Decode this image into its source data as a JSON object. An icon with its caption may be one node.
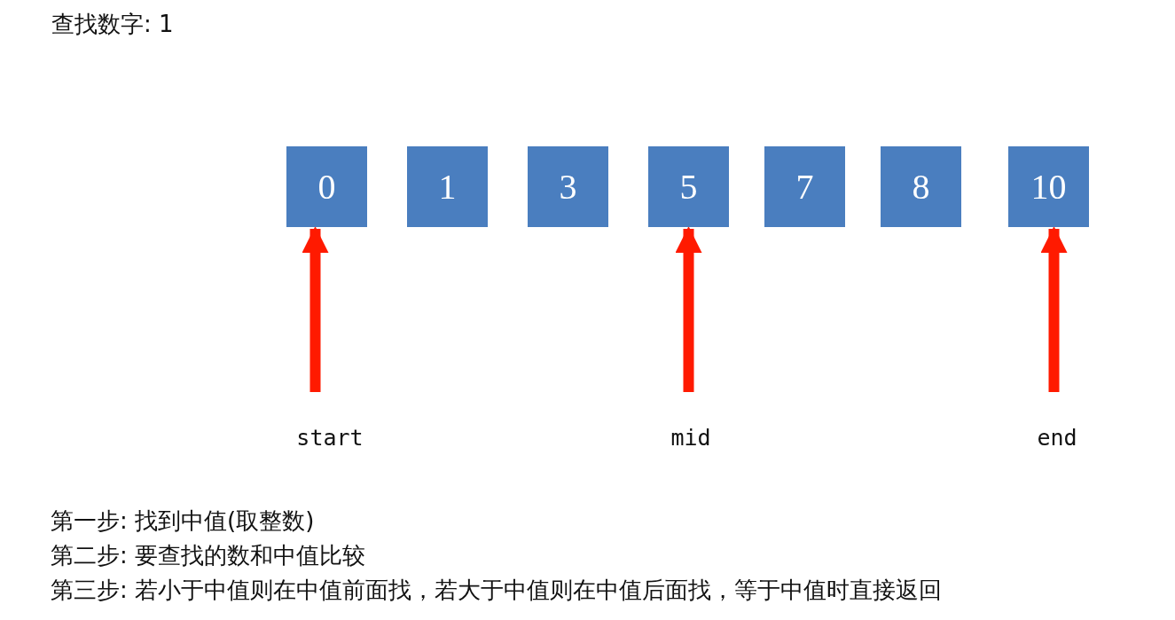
{
  "diagram": {
    "title": "查找数字: 1",
    "nodes": [
      {
        "text": [
          "0"
        ]
      },
      {
        "text": [
          "1"
        ]
      },
      {
        "text": [
          "3"
        ]
      },
      {
        "text": [
          "5"
        ]
      },
      {
        "text": [
          "7"
        ]
      },
      {
        "text": [
          "8"
        ]
      },
      {
        "text": [
          "10"
        ]
      },
      {
        "text": [
          "start"
        ]
      },
      {
        "text": [
          "mid"
        ]
      },
      {
        "text": [
          "end"
        ]
      }
    ],
    "edges": [
      {
        "from": 7,
        "to": 0,
        "arrow": "to",
        "color": "#ff1a00"
      },
      {
        "from": 8,
        "to": 3,
        "arrow": "to",
        "color": "#ff1a00"
      },
      {
        "from": 9,
        "to": 6,
        "arrow": "to",
        "color": "#ff1a00"
      }
    ],
    "labels": [
      "第一步: 找到中值(取整数)",
      "第二步: 要查找的数和中值比较",
      "第三步: 若小于中值则在中值前面找，若大于中值则在中值后面找，等于中值时直接返回"
    ]
  }
}
